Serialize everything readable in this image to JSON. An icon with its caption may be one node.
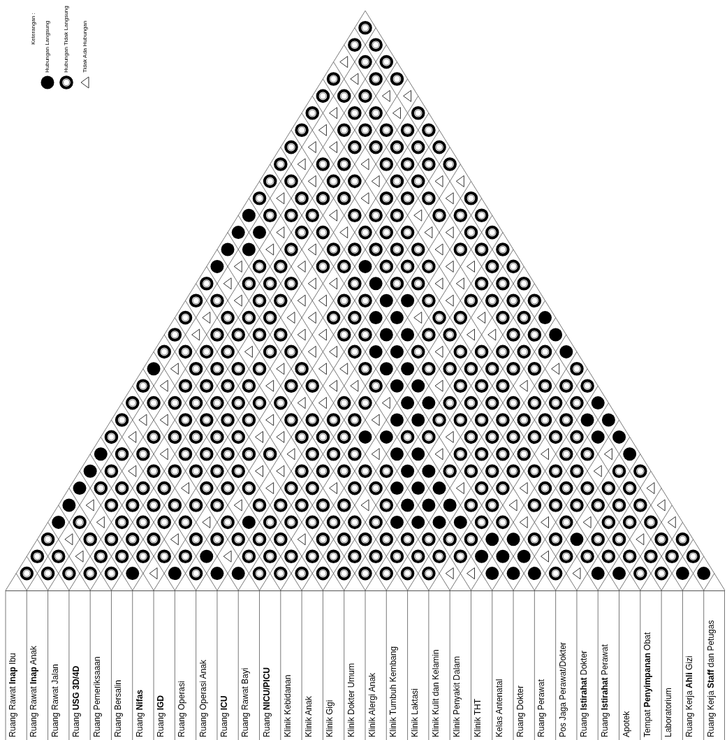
{
  "diagram": {
    "labels": [
      "Keterangan :",
      "Ruang Rawat **Inap** Ibu",
      "Ruang Rawat **Inap** Anak",
      "Ruang Rawat Jalan",
      "Ruang **USG 3D/4D**",
      "Ruang Pemeriksaaan",
      "Ruang Bersalin",
      "Ruang **Nifas**",
      "Ruang **IGD**",
      "Ruang Operasi",
      "Ruang Operasi Anak",
      "Ruang **ICU**",
      "Ruang Rawat Bayi",
      "Ruang **NICU/PICU**",
      "Klinik Kebidanan",
      "Klinik Anak",
      "Klinik Gigi",
      "Klinik Dokter Umum",
      "Klinik Alergi Anak",
      "Klinik Tumbuh Kembang",
      "Klinik Laktasi",
      "Klinik Kulit dan Kelamin",
      "Klinik Penyakit Dalam",
      "Klinik THT",
      "Kelas Antenatal",
      "Ruang Dokter",
      "Ruang Perawat",
      "Pos Jaga Perawat/Dokter",
      "Ruang **Istirahat** Dokter",
      "Ruang **Istirahat** Perawat",
      "Apotek",
      "Tempat **Penyimpanan** Obat",
      "Laboratorium",
      "Ruang Kerja **Ahli** Gizi",
      "Ruang Kerja **Staff** dan Petugas"
    ],
    "legend": [
      {
        "text": "Hubungan Langsung"
      },
      {
        "text": "Hubungan Tidak Langsung"
      },
      {
        "text": "Tidak Ada Hubungan"
      }
    ]
  }
}
